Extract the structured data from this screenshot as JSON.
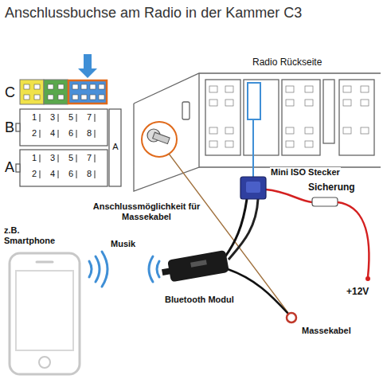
{
  "diagram": {
    "title": "Anschlussbuchse am Radio in der Kammer C3",
    "labels": [
      "Radio Rückseite",
      "C",
      "B",
      "A",
      "1",
      "3",
      "5",
      "7",
      "2",
      "4",
      "6",
      "8",
      "A",
      "1",
      "3",
      "5",
      "7",
      "2",
      "4",
      "6",
      "8",
      "Anschlussmöglichkeit für Massekabel",
      "Mini ISO Stecker",
      "Sicherung",
      "z.B. Smartphone",
      "Musik",
      "Bluetooth Modul",
      "+12V",
      "Massekabel"
    ]
  }
}
